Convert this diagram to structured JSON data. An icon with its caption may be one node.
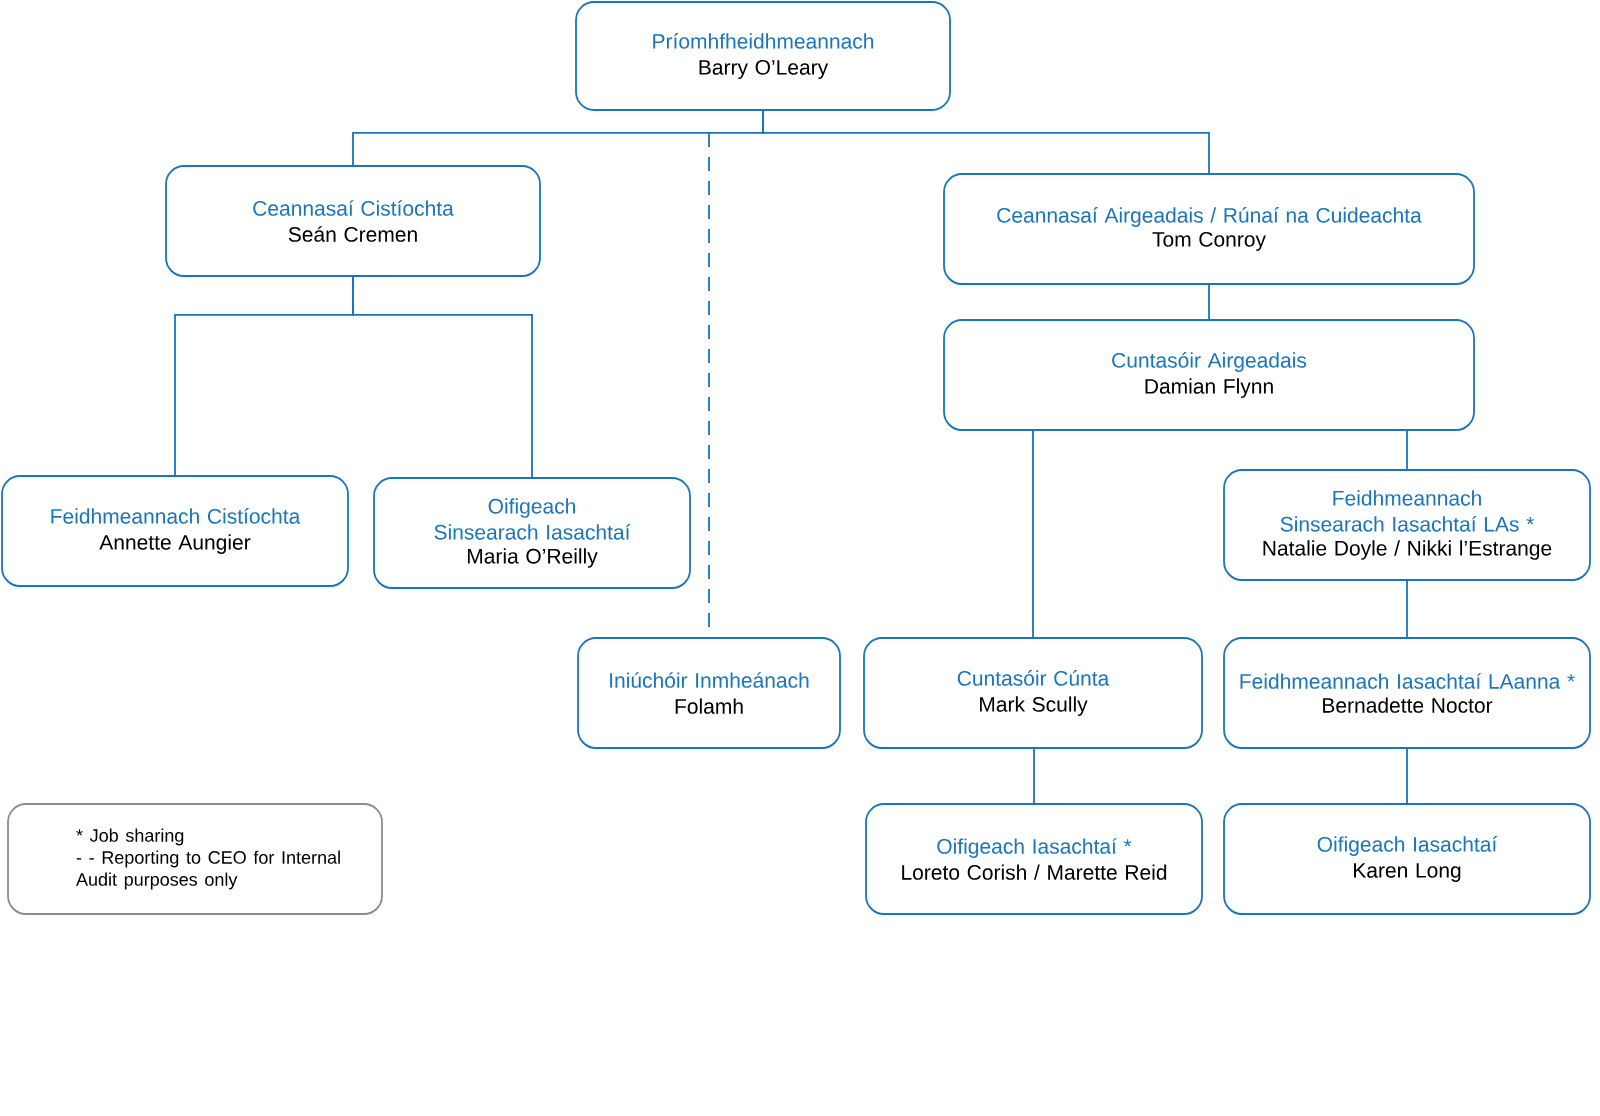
{
  "diagram": {
    "nodes": [
      {
        "text": [
          "Príomhfheidhmeannach",
          "Barry O’Leary"
        ]
      },
      {
        "text": [
          "Ceannasaí Cistíochta",
          "Seán Cremen"
        ]
      },
      {
        "text": [
          "Ceannasaí Airgeadais / Rúnaí na Cuideachta",
          "Tom Conroy"
        ]
      },
      {
        "text": [
          "Cuntasóir Airgeadais",
          "Damian Flynn"
        ]
      },
      {
        "text": [
          "Feidhmeannach Cistíochta",
          "Annette Aungier"
        ]
      },
      {
        "text": [
          "Oifigeach Sinsearach Iasachtaí",
          "Maria O’Reilly"
        ]
      },
      {
        "text": [
          "Feidhmeannach Sinsearach Iasachtaí LAs *",
          "Natalie Doyle / Nikki l’Estrange"
        ]
      },
      {
        "text": [
          "Iniúchóir Inmheánach",
          "Folamh"
        ]
      },
      {
        "text": [
          "Cuntasóir Cúnta",
          "Mark Scully"
        ]
      },
      {
        "text": [
          "Feidhmeannach Iasachtaí LAanna *",
          "Bernadette Noctor"
        ]
      },
      {
        "text": [
          "*  Job sharing",
          "- - Reporting to CEO for Internal Audit purposes only"
        ]
      },
      {
        "text": [
          "Oifigeach Iasachtaí *",
          "Loreto Corish / Marette Reid"
        ]
      },
      {
        "text": [
          "Oifigeach Iasachtaí",
          "Karen Long"
        ]
      }
    ],
    "edges": [
      {
        "from": 0,
        "to": 1,
        "arrow": "none"
      },
      {
        "from": 0,
        "to": 2,
        "arrow": "none"
      },
      {
        "from": 0,
        "to": 7,
        "arrow": "none",
        "style": "dashed"
      },
      {
        "from": 1,
        "to": 4,
        "arrow": "none"
      },
      {
        "from": 1,
        "to": 5,
        "arrow": "none"
      },
      {
        "from": 2,
        "to": 3,
        "arrow": "none"
      },
      {
        "from": 3,
        "to": 8,
        "arrow": "none"
      },
      {
        "from": 3,
        "to": 6,
        "arrow": "none"
      },
      {
        "from": 6,
        "to": 9,
        "arrow": "none"
      },
      {
        "from": 8,
        "to": 11,
        "arrow": "none"
      },
      {
        "from": 9,
        "to": 12,
        "arrow": "none"
      }
    ]
  }
}
